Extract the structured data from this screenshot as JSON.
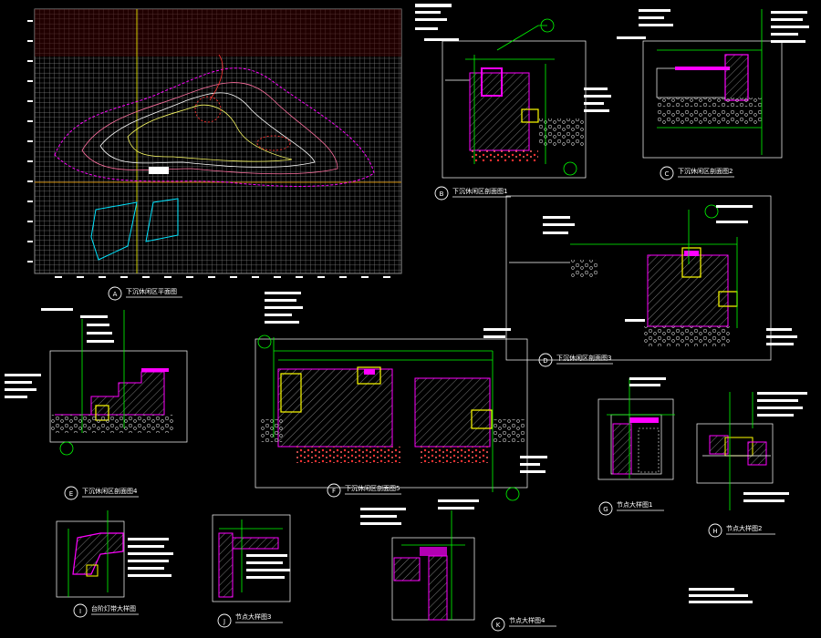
{
  "colors": {
    "background": "#000000",
    "grid": "#8c8c8c",
    "green": "#00ff00",
    "white": "#ffffff",
    "magenta": "#ff00ff",
    "red": "#ff3030",
    "yellow": "#ffff00",
    "cyan": "#00e5ff",
    "darkred": "#7a1010",
    "hatch": "#9a9a9a"
  },
  "details": [
    {
      "marker": "A",
      "title": "下沉休闲区平面图"
    },
    {
      "marker": "B",
      "title": "下沉休闲区剖面图1"
    },
    {
      "marker": "C",
      "title": "下沉休闲区剖面图2"
    },
    {
      "marker": "D",
      "title": "下沉休闲区剖面图3"
    },
    {
      "marker": "E",
      "title": "下沉休闲区剖面图4"
    },
    {
      "marker": "F",
      "title": "下沉休闲区剖面图5"
    },
    {
      "marker": "G",
      "title": "节点大样图1"
    },
    {
      "marker": "H",
      "title": "节点大样图2"
    },
    {
      "marker": "I",
      "title": "台阶灯带大样图"
    },
    {
      "marker": "J",
      "title": "节点大样图3"
    },
    {
      "marker": "K",
      "title": "节点大样图4"
    }
  ]
}
